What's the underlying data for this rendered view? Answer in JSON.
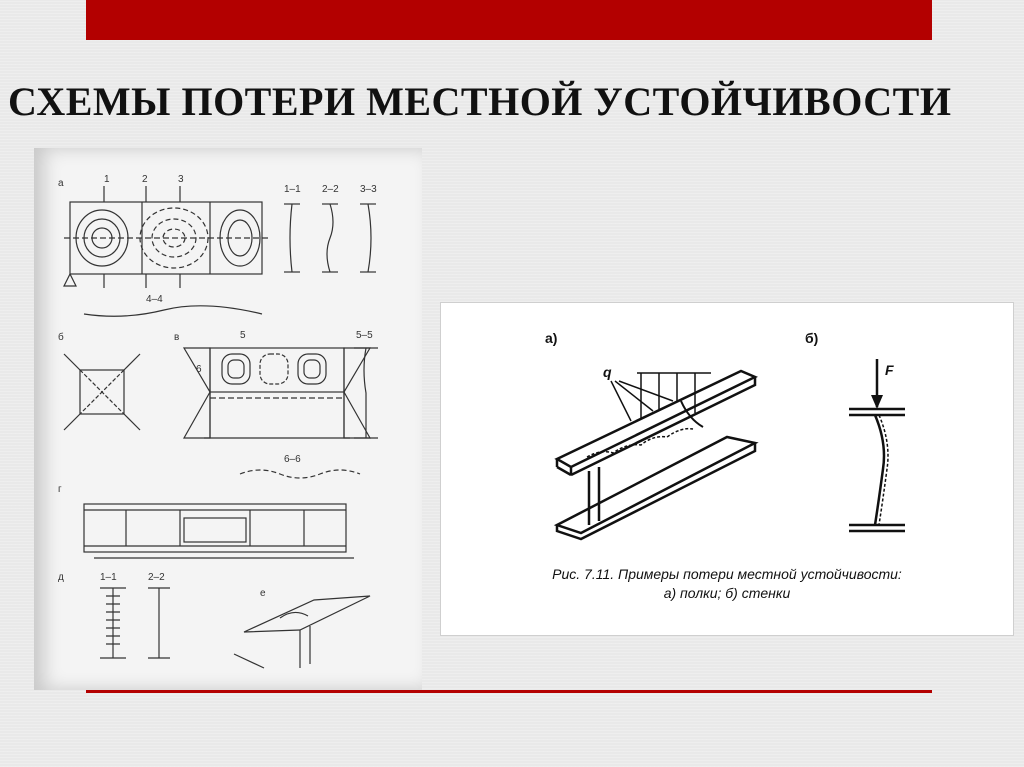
{
  "slide": {
    "title": "СХЕМЫ ПОТЕРИ МЕСТНОЙ УСТОЙЧИВОСТИ",
    "accent_color": "#b30000"
  },
  "left_figure": {
    "section_labels": [
      "1",
      "2",
      "3",
      "1–1",
      "2–2",
      "3–3",
      "4–4",
      "5",
      "5–5",
      "6",
      "6–6",
      "1–1",
      "2–2"
    ],
    "sub_labels": [
      "а",
      "б",
      "в",
      "г",
      "д",
      "е"
    ]
  },
  "right_figure": {
    "label_a": "а)",
    "label_b": "б)",
    "load_q": "q",
    "load_F": "F",
    "caption_line1": "Рис. 7.11. Примеры потери местной устойчивости:",
    "caption_line2": "а) полки; б) стенки"
  }
}
